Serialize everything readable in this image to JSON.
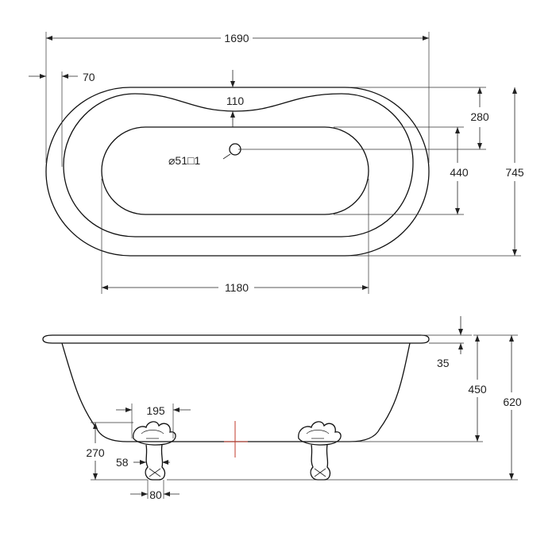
{
  "top_view": {
    "overall_length": "1690",
    "rim_width": "70",
    "waste_offset": "110",
    "waste_spec": "⌀51□1",
    "half_width": "280",
    "inner_width": "440",
    "overall_width": "745",
    "inner_length": "1180"
  },
  "side_view": {
    "rim_thickness": "35",
    "bath_depth": "450",
    "overall_height": "620",
    "foot_spacing": "195",
    "foot_height": "270",
    "foot_stem": "58",
    "foot_base": "80"
  },
  "colors": {
    "line": "#111111",
    "waste_marker": "#c0392b"
  }
}
